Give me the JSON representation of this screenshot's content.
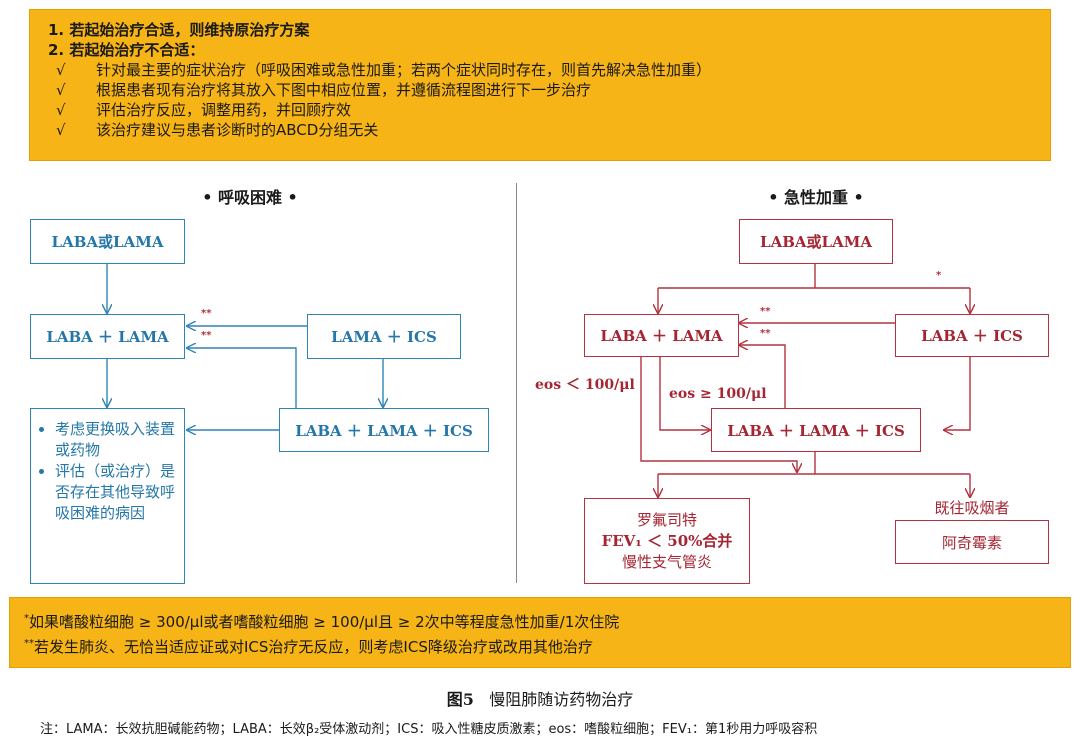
{
  "top_notes": {
    "item1": "1.  若起始治疗合适，则维持原治疗方案",
    "item2": "2.  若起始治疗不合适：",
    "check_symbol": "√",
    "checks": [
      "针对最主要的症状治疗（呼吸困难或急性加重；若两个症状同时存在，则首先解决急性加重）",
      "根据患者现有治疗将其放入下图中相应位置，并遵循流程图进行下一步治疗",
      "评估治疗反应，调整用药，并回顾疗效",
      "该治疗建议与患者诊断时的ABCD分组无关"
    ]
  },
  "dyspnea": {
    "title": "• 呼吸困难 •",
    "box_start": "LABA或LAMA",
    "box_laba_lama": "LABA ＋ LAMA",
    "box_lama_ics": "LAMA ＋ ICS",
    "box_triple": "LABA ＋ LAMA ＋ ICS",
    "mark1": "**",
    "mark2": "**",
    "consider_items": [
      "考虑更换吸入装置或药物",
      "评估（或治疗）是否存在其他导致呼吸困难的病因"
    ]
  },
  "exacerbation": {
    "title": "• 急性加重 •",
    "box_start": "LABA或LAMA",
    "box_laba_lama": "LABA ＋ LAMA",
    "box_laba_ics": "LABA ＋ ICS",
    "box_triple": "LABA ＋ LAMA ＋ ICS",
    "mark_star": "*",
    "mark1": "**",
    "mark2": "**",
    "eos_low": "eos ＜ 100/μl",
    "eos_high": "eos ≥ 100/μl",
    "roflumilast_lines": [
      "罗氟司特",
      "FEV₁ ＜ 50%合并",
      "慢性支气管炎"
    ],
    "former_smoker": "既往吸烟者",
    "azithromycin": "阿奇霉素"
  },
  "bottom_notes": {
    "note1_mark": "*",
    "note1": "如果嗜酸粒细胞 ≥ 300/μl或者嗜酸粒细胞 ≥ 100/μl且 ≥ 2次中等程度急性加重/1次住院",
    "note2_mark": "**",
    "note2": "若发生肺炎、无恰当适应证或对ICS治疗无反应，则考虑ICS降级治疗或改用其他治疗"
  },
  "caption": {
    "figure_no": "图5",
    "title": "慢阻肺随访药物治疗"
  },
  "footnote": "注：LAMA：长效抗胆碱能药物；LABA：长效β₂受体激动剂；ICS：吸入性糖皮质激素；eos：嗜酸粒细胞；FEV₁：第1秒用力呼吸容积",
  "colors": {
    "panel": "#f7b416",
    "blue": "#2f84b6",
    "red": "#b2323f"
  }
}
